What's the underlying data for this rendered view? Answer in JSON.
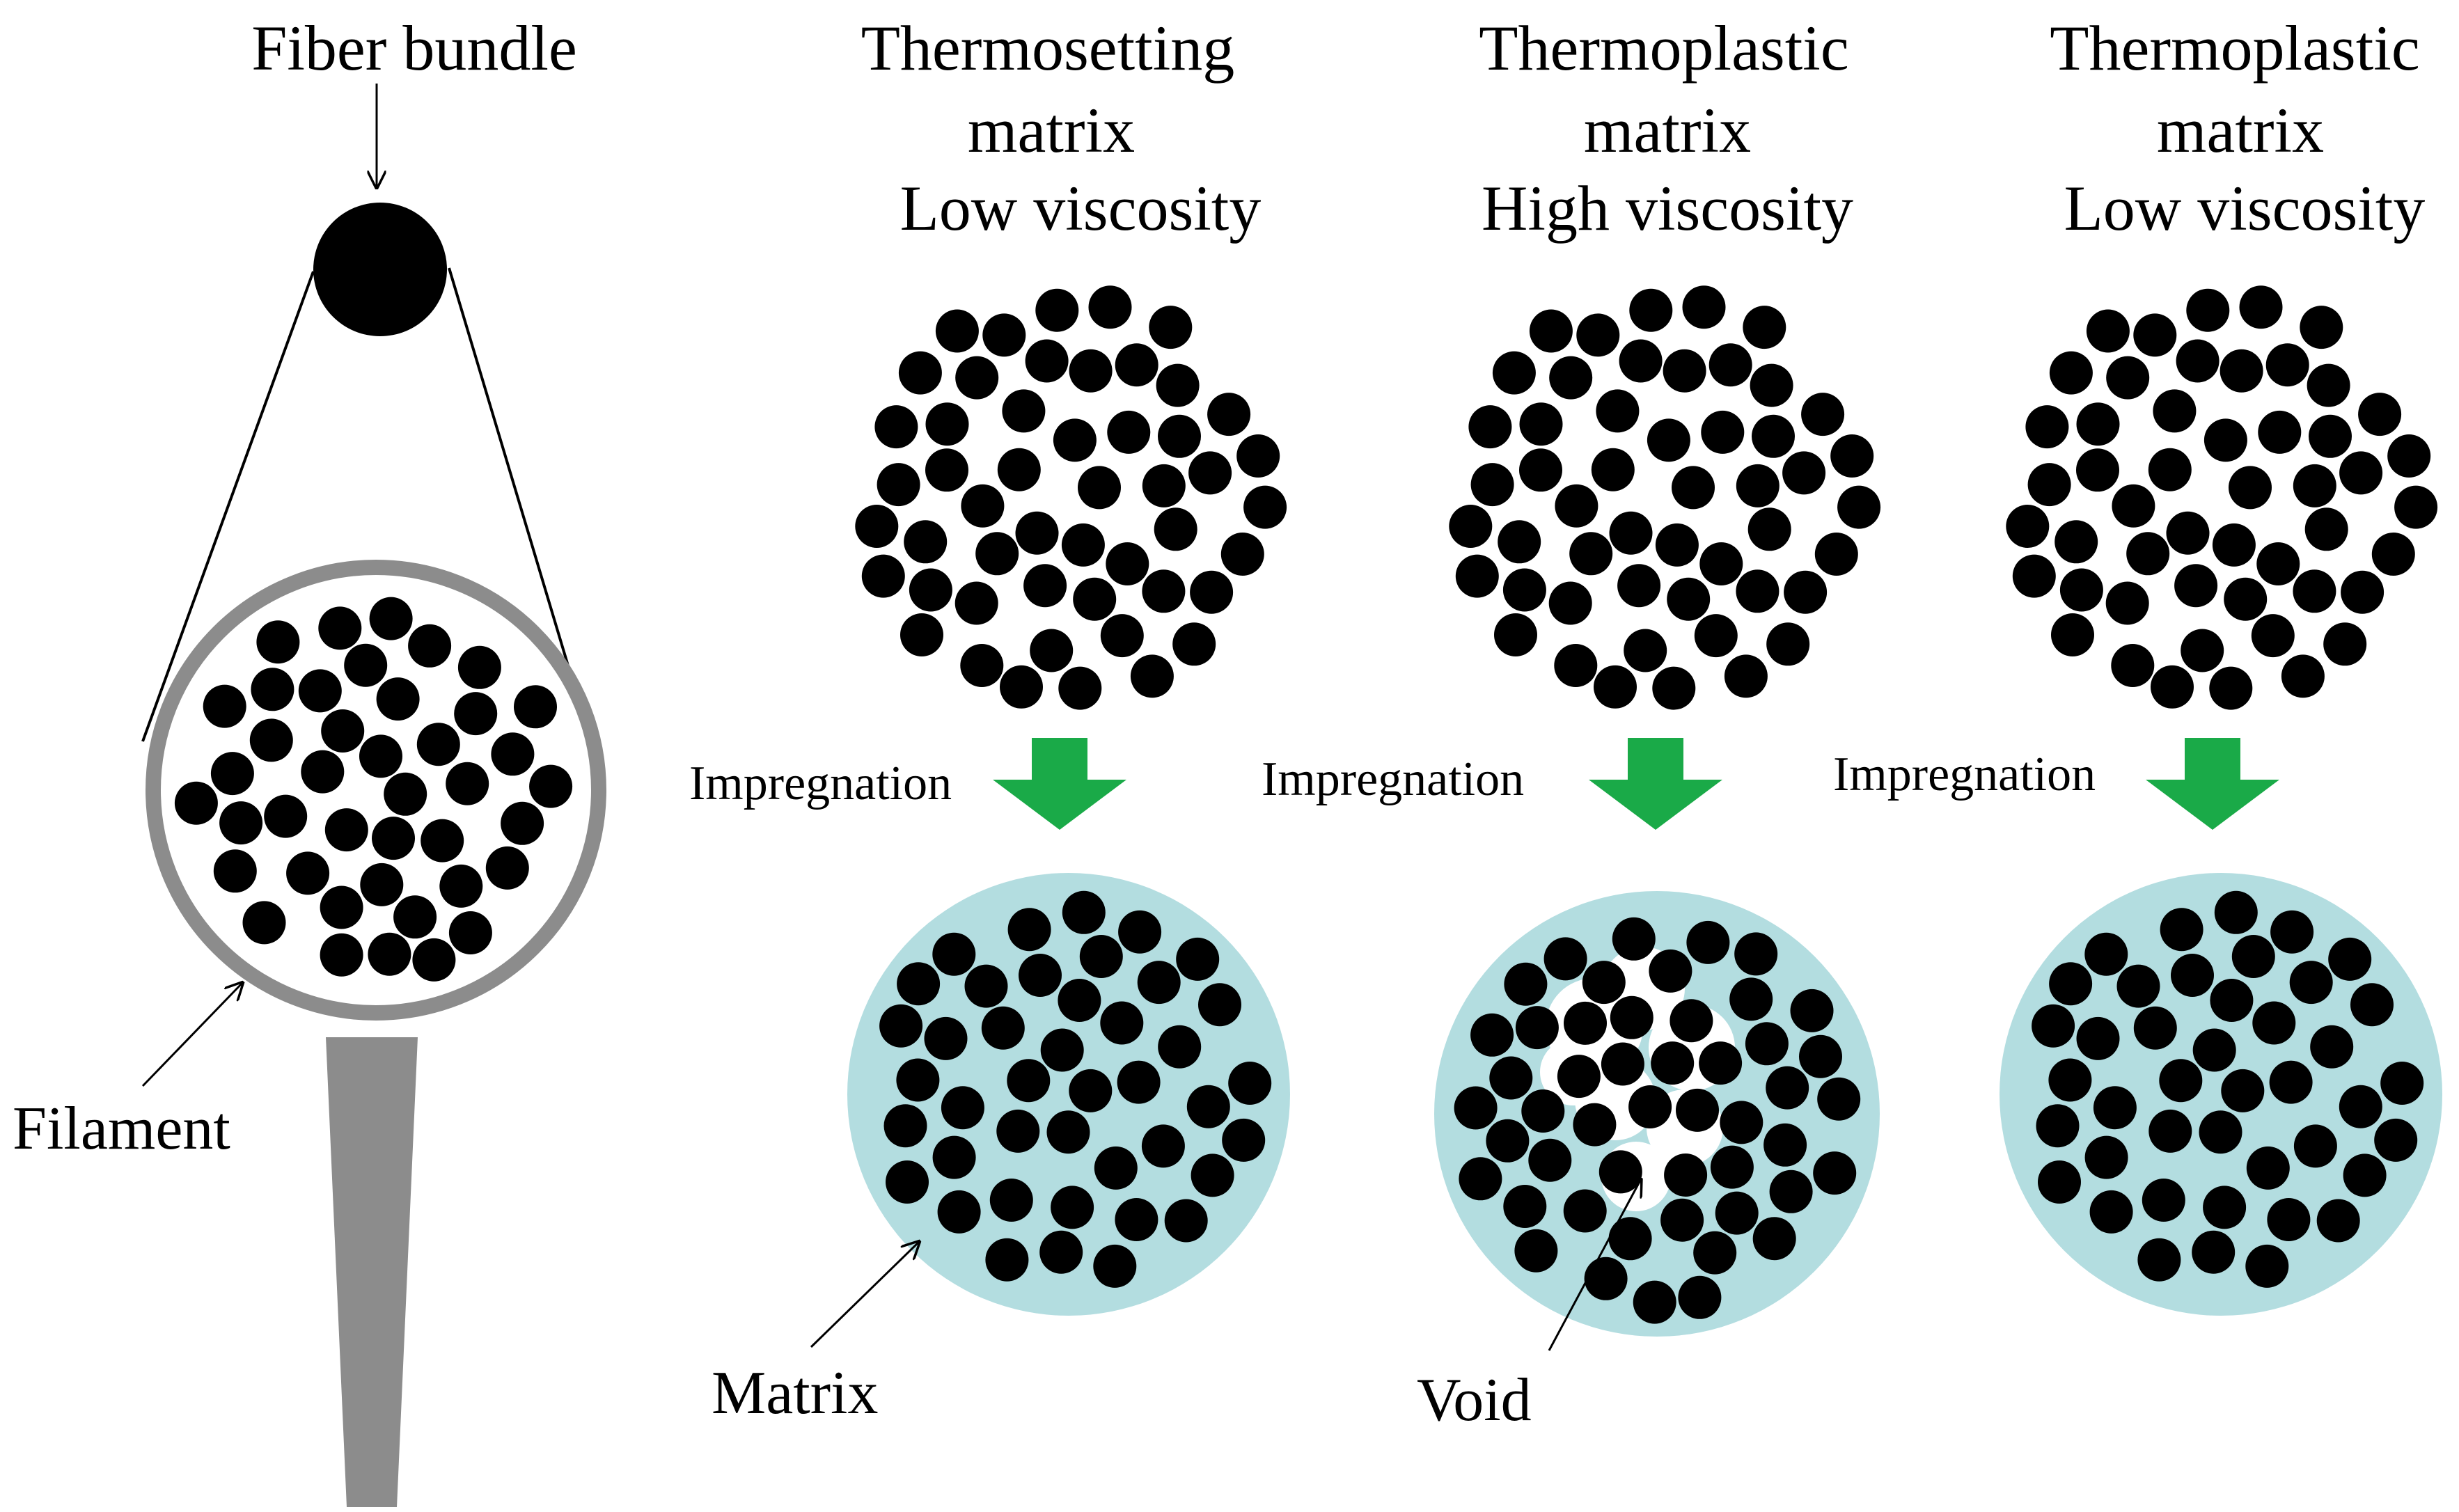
{
  "labels": {
    "fiber_bundle": "Fiber bundle",
    "filament": "Filament",
    "matrix_callout": "Matrix",
    "void_callout": "Void"
  },
  "columns": [
    {
      "title_line1": "Thermosetting",
      "title_line2": "matrix",
      "viscosity": "Low viscosity",
      "viscosity_color": "#0000ee",
      "process": "Impregnation",
      "result": "fully-impregnated"
    },
    {
      "title_line1": "Thermoplastic",
      "title_line2": "matrix",
      "viscosity": "High viscosity",
      "viscosity_color": "#ee1111",
      "process": "Impregnation",
      "result": "with-voids"
    },
    {
      "title_line1": "Thermoplastic",
      "title_line2": "matrix",
      "viscosity": "Low viscosity",
      "viscosity_color": "#0000ee",
      "process": "Impregnation",
      "result": "fully-impregnated"
    }
  ],
  "colors": {
    "filament": "#000000",
    "matrix": "#b3dde0",
    "void": "#ffffff",
    "arrow": "#1aaa48",
    "holder": "#8c8c8c"
  },
  "icons": [
    "fiber-bundle-icon",
    "down-arrow-icon",
    "filament-icon"
  ]
}
